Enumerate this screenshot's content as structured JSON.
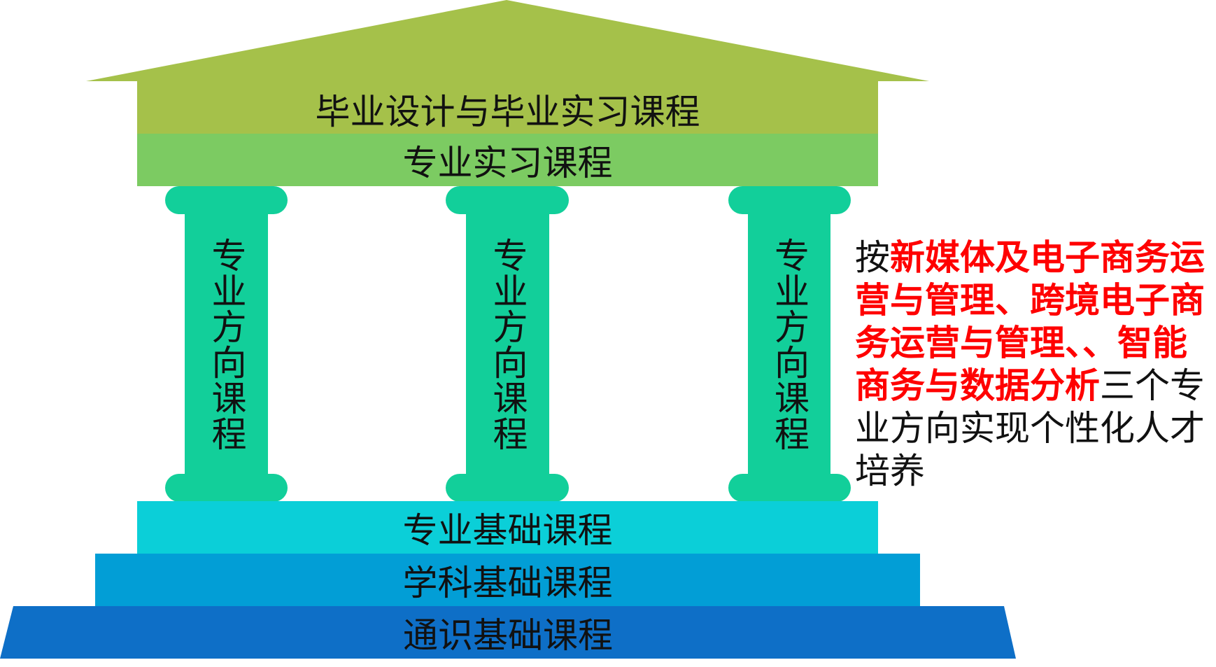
{
  "colors": {
    "roof": "#a5c14a",
    "internship": "#7ccb62",
    "pillar": "#12cf9a",
    "major_basic": "#0bcfd8",
    "discipline": "#029ed6",
    "general": "#0e6fc7",
    "highlight": "#ff0000"
  },
  "roof_label": "毕业设计与毕业实习课程",
  "internship_label": "专业实习课程",
  "pillars": [
    "专业方向课程",
    "专业方向课程",
    "专业方向课程"
  ],
  "foundations": {
    "major_basic": "专业基础课程",
    "discipline_basic": "学科基础课程",
    "general_basic": "通识基础课程"
  },
  "side_text": {
    "prefix": "按",
    "highlight": "新媒体及电子商务运营与管理、跨境电子商务运营与管理、、智能商务与数据分析",
    "suffix": "三个专业方向实现个性化人才培养"
  }
}
